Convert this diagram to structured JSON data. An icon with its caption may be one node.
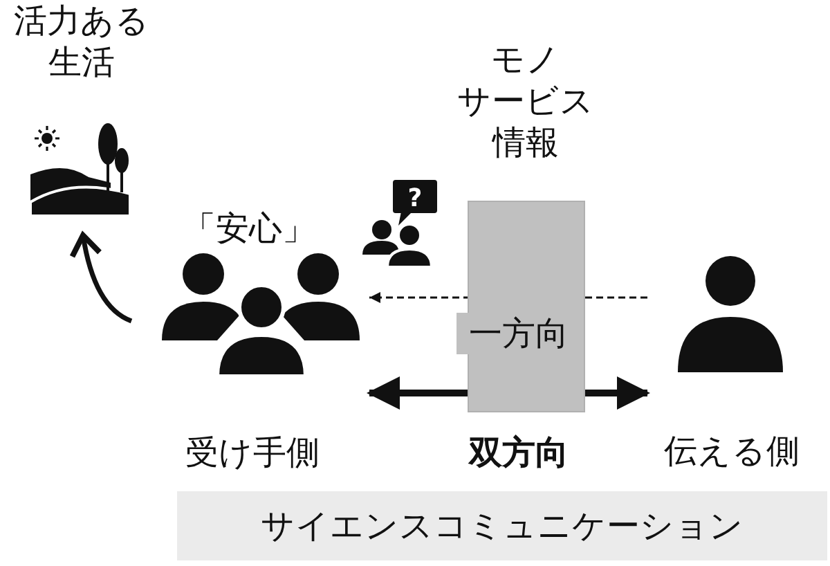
{
  "diagram": {
    "nodes": [
      {
        "text": [
          "活力ある生活"
        ]
      },
      {
        "text": [
          "「安心」",
          "受け手側"
        ]
      },
      {
        "text": [
          "モノサービス情報"
        ]
      },
      {
        "text": [
          "伝える側"
        ]
      },
      {
        "text": [
          "サイエンスコミュニケーション"
        ]
      }
    ],
    "edges": [
      {
        "from": 1,
        "to": 0,
        "arrow": "to"
      },
      {
        "from": 3,
        "to": 1,
        "arrow": "to",
        "style": "dashed",
        "label": "一方向"
      },
      {
        "from": 1,
        "to": 3,
        "arrow": "both",
        "label": "双方向"
      }
    ],
    "labels": [
      "?"
    ]
  }
}
